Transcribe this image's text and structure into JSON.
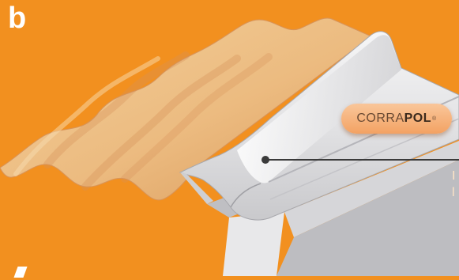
{
  "section_label": "b",
  "brand": {
    "name_light": "CORRA",
    "name_bold": "POL",
    "registered_mark": "®"
  },
  "callout": {
    "line1": "I",
    "line2": "l"
  },
  "colors": {
    "background": "#f2901f",
    "corrugated_sheet": "#eebf83",
    "flashing_metal": "#e4e4e6",
    "badge": "#f6b57f",
    "leader_line": "#3a3a3a"
  }
}
